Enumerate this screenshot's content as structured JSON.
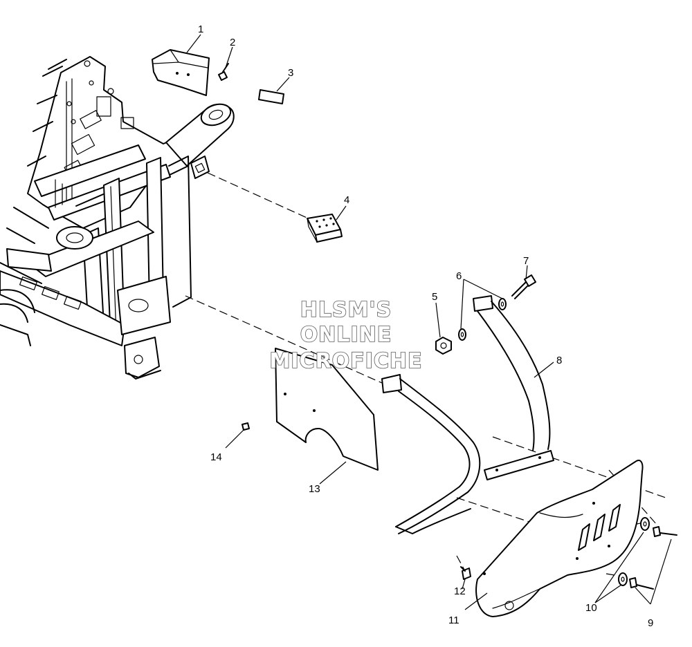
{
  "callouts": {
    "c1": "1",
    "c2": "2",
    "c3": "3",
    "c4": "4",
    "c5": "5",
    "c6": "6",
    "c7": "7",
    "c8": "8",
    "c9": "9",
    "c10": "10",
    "c11": "11",
    "c12": "12",
    "c13": "13",
    "c14": "14"
  },
  "watermark": {
    "line1": "HLSM'S",
    "line2": "ONLINE",
    "line3": "MICROFICHE"
  }
}
